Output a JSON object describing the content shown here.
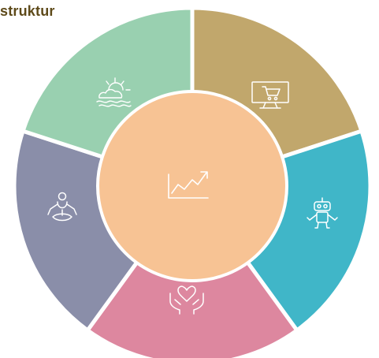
{
  "title": "struktur",
  "colors": {
    "title_text": "#5e4a1a",
    "center": "#f7c394",
    "icon_stroke": "#ffffff",
    "segment_border": "#ffffff"
  },
  "segments": [
    {
      "name": "segment-shopping",
      "icon": "shopping-cart-monitor-icon",
      "color": "#c1a76c"
    },
    {
      "name": "segment-robot",
      "icon": "robot-icon",
      "color": "#40b6c8"
    },
    {
      "name": "segment-care",
      "icon": "heart-hands-icon",
      "color": "#dd879f"
    },
    {
      "name": "segment-meditation",
      "icon": "meditation-icon",
      "color": "#8a8ea9"
    },
    {
      "name": "segment-weather",
      "icon": "sun-cloud-waves-icon",
      "color": "#99d0b0"
    }
  ],
  "center": {
    "icon": "growth-chart-icon"
  }
}
